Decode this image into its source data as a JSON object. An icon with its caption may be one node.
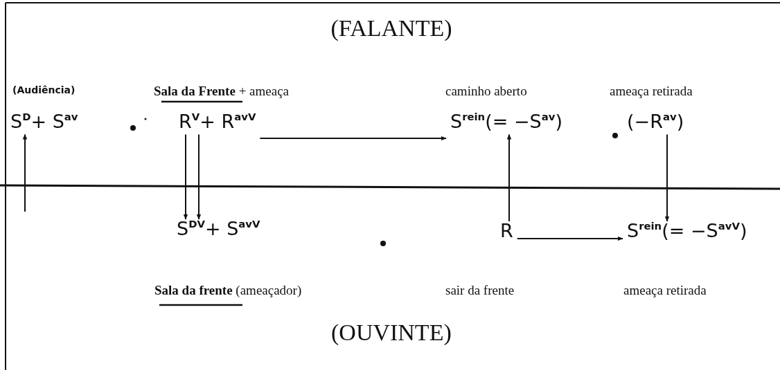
{
  "diagram": {
    "nodes": [
      {
        "text": [
          "S$^{D}$+ S$^{av}$"
        ]
      },
      {
        "text": [
          "R$^{V}$+ R$^{avV}$"
        ]
      },
      {
        "text": [
          "S$^{DV}$+ S$^{avV}$"
        ]
      },
      {
        "text": [
          "S$^{rein}$(= −S$^{av}$)"
        ]
      },
      {
        "text": [
          "(−R$^{av}$)"
        ]
      },
      {
        "text": [
          "R"
        ]
      },
      {
        "text": [
          "S$^{rein}$(= −S$^{avV}$)"
        ]
      }
    ],
    "edges": [
      {
        "from": null,
        "to": 0,
        "arrow": "to"
      },
      {
        "from": 1,
        "to": 2,
        "arrow": "to"
      },
      {
        "from": 1,
        "to": 2,
        "arrow": "to"
      },
      {
        "from": 1,
        "to": 3,
        "arrow": "to"
      },
      {
        "from": 5,
        "to": 3,
        "arrow": "to"
      },
      {
        "from": 4,
        "to": 6,
        "arrow": "to"
      },
      {
        "from": 5,
        "to": 6,
        "arrow": "to"
      }
    ],
    "labels": [
      "(FALANTE)",
      "(Audiência)",
      "**Sala da Frente** + ameaça",
      "caminho aberto",
      "ameaça retirada",
      "**Sala da frente** (ameaçador)",
      "sair da frente",
      "ameaça retirada",
      "(OUVINTE)"
    ]
  }
}
